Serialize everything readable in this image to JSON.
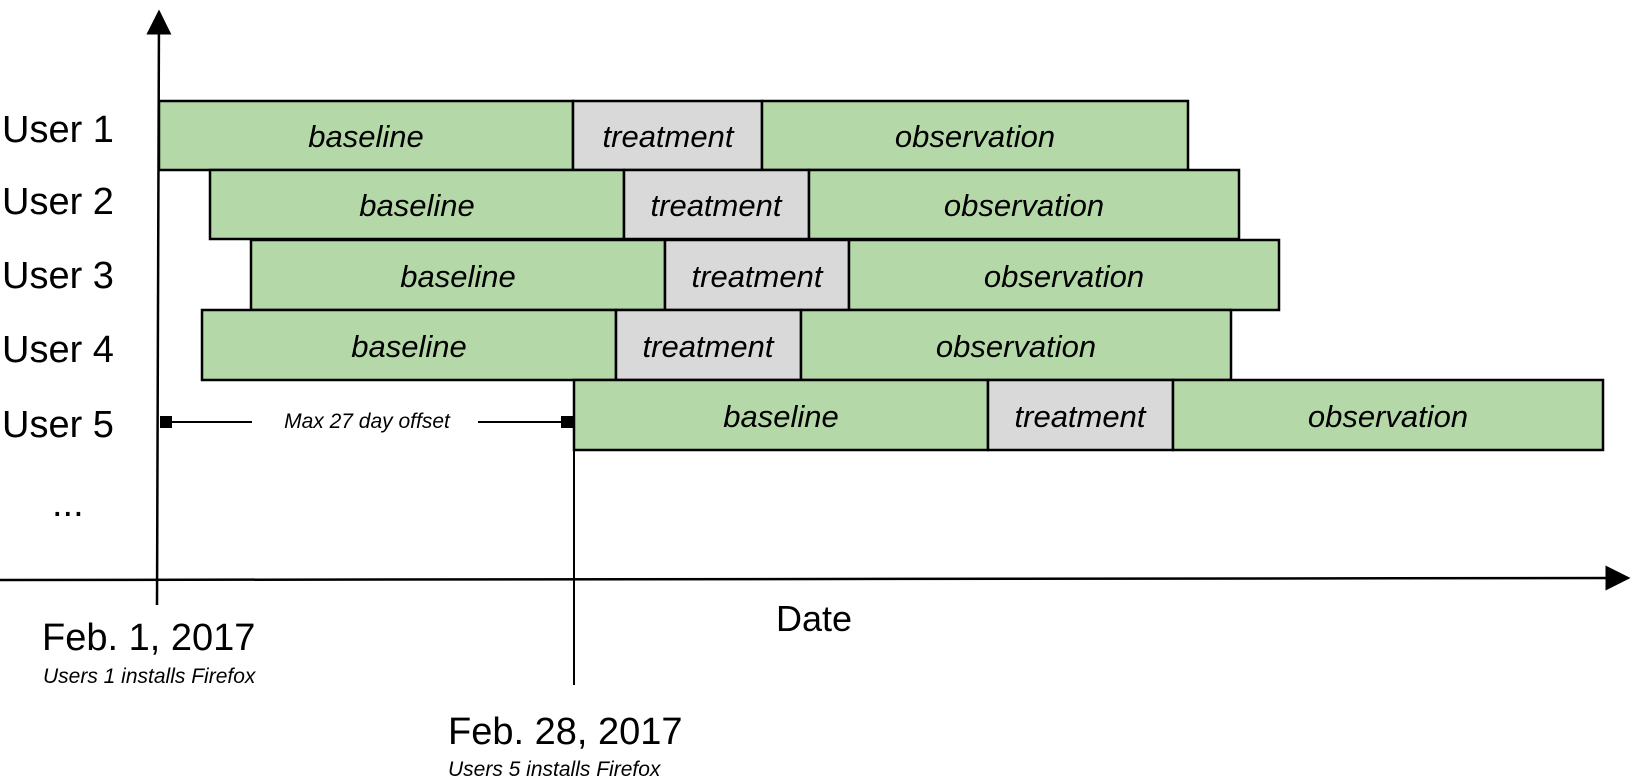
{
  "users": [
    {
      "label": "User 1",
      "baseline": "baseline",
      "treatment": "treatment",
      "observation": "observation"
    },
    {
      "label": "User 2",
      "baseline": "baseline",
      "treatment": "treatment",
      "observation": "observation"
    },
    {
      "label": "User 3",
      "baseline": "baseline",
      "treatment": "treatment",
      "observation": "observation"
    },
    {
      "label": "User 4",
      "baseline": "baseline",
      "treatment": "treatment",
      "observation": "observation"
    },
    {
      "label": "User 5",
      "baseline": "baseline",
      "treatment": "treatment",
      "observation": "observation"
    }
  ],
  "ellipsis": "...",
  "offset_label": "Max 27 day offset",
  "axis_title": "Date",
  "start_date": {
    "label": "Feb. 1, 2017",
    "note": "Users 1 installs Firefox"
  },
  "end_date": {
    "label": "Feb. 28, 2017",
    "note": "Users 5 installs Firefox"
  },
  "colors": {
    "phase_green": "#b5d8a8",
    "phase_gray": "#d9d9d9",
    "stroke": "#000000"
  }
}
